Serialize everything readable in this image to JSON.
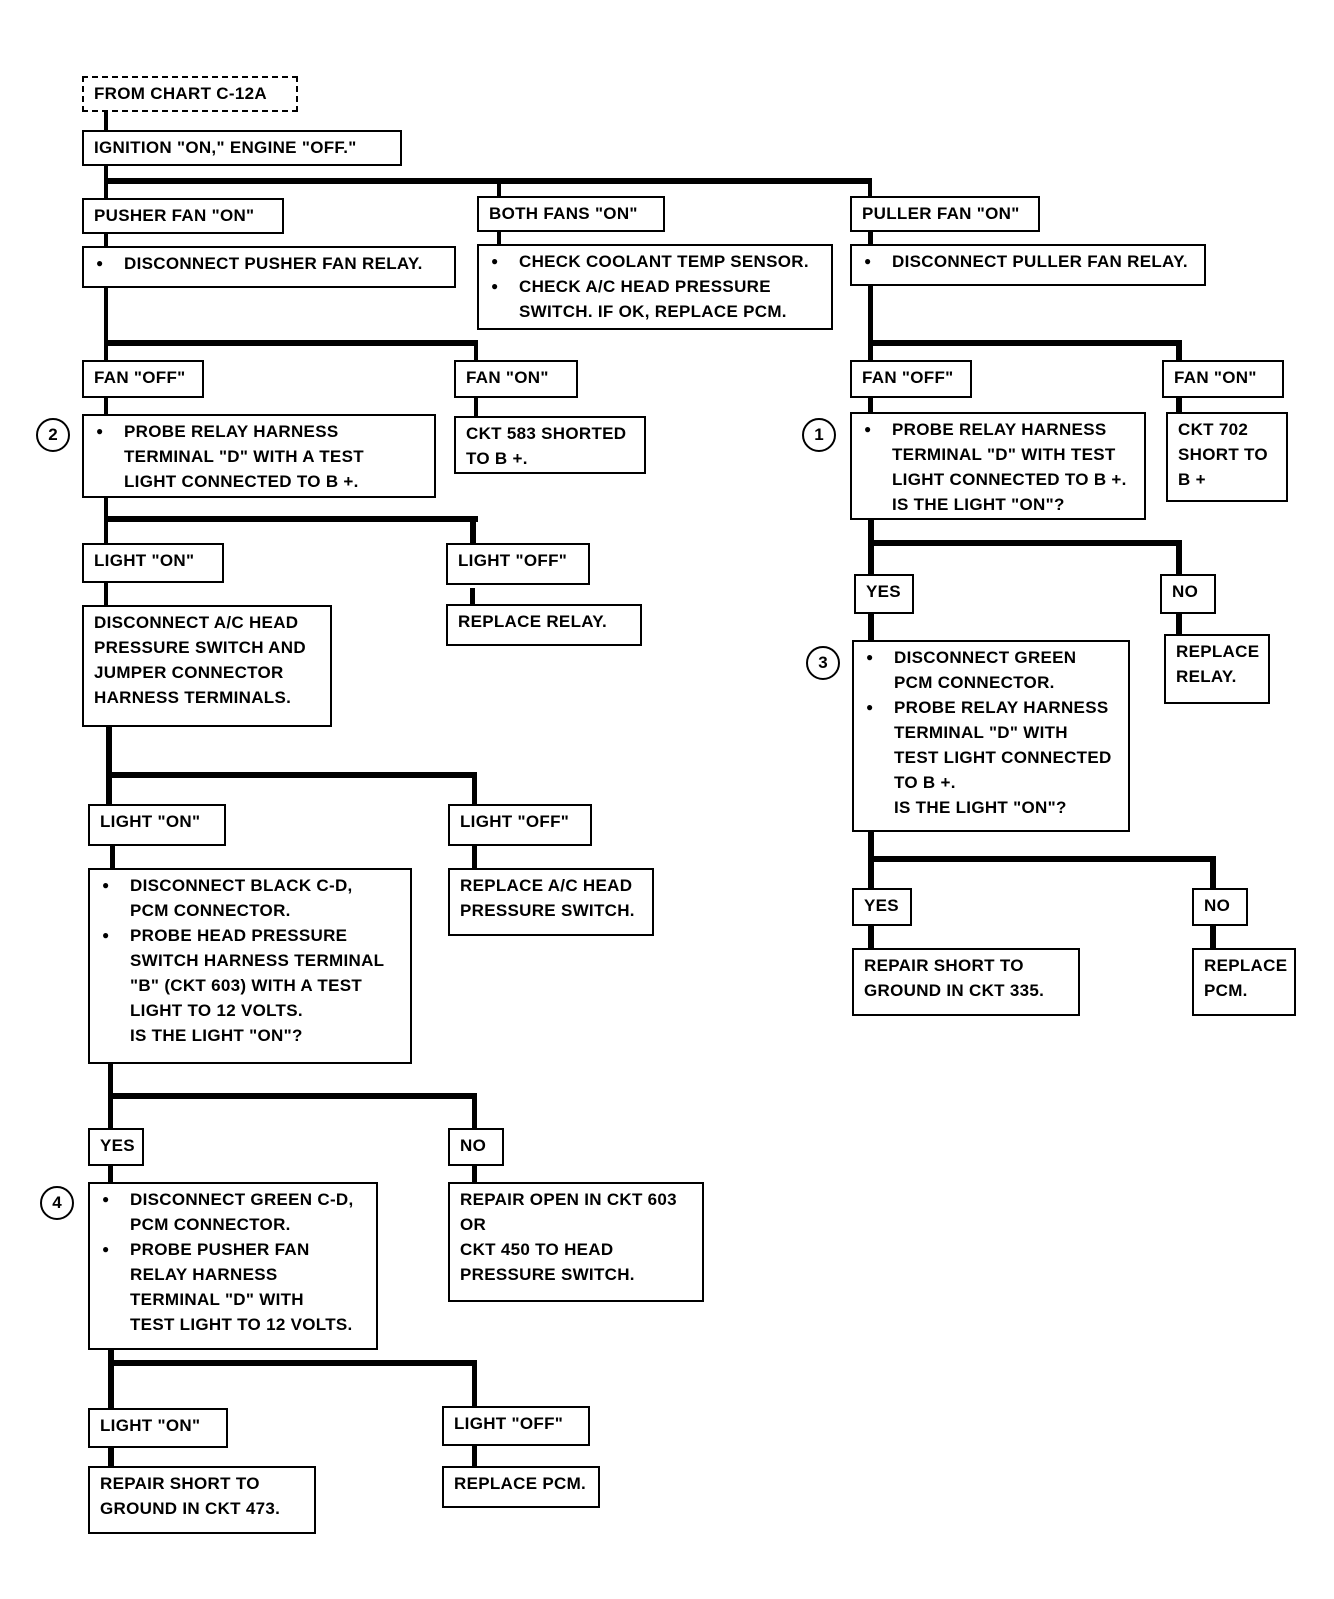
{
  "from_chart": "FROM CHART C-12A",
  "ignition": "IGNITION \"ON,\" ENGINE \"OFF.\"",
  "pusher": {
    "label": "PUSHER FAN \"ON\"",
    "action": "DISCONNECT PUSHER FAN RELAY.",
    "fan_off": "FAN \"OFF\"",
    "fan_on": "FAN \"ON\"",
    "fan_on_result": [
      "CKT 583 SHORTED",
      "TO B +."
    ],
    "step2_num": "2",
    "step2": [
      "PROBE RELAY HARNESS",
      "TERMINAL \"D\" WITH A TEST",
      "LIGHT CONNECTED TO B +."
    ],
    "light_on_1": "LIGHT \"ON\"",
    "light_off_1": "LIGHT \"OFF\"",
    "replace_relay": "REPLACE  RELAY.",
    "disconnect_ac": [
      "DISCONNECT A/C HEAD",
      "PRESSURE SWITCH AND",
      "JUMPER CONNECTOR",
      "HARNESS TERMINALS."
    ],
    "light_on_2": "LIGHT \"ON\"",
    "light_off_2": "LIGHT \"OFF\"",
    "replace_ac": [
      "REPLACE A/C HEAD",
      "PRESSURE SWITCH."
    ],
    "black_step_a": [
      "DISCONNECT BLACK C-D,",
      "PCM CONNECTOR."
    ],
    "black_step_b": [
      "PROBE HEAD PRESSURE",
      "SWITCH HARNESS TERMINAL",
      "\"B\" (CKT 603) WITH A TEST",
      "LIGHT TO 12 VOLTS."
    ],
    "black_question": "IS THE LIGHT \"ON\"?",
    "yes": "YES",
    "no": "NO",
    "repair_open": [
      "REPAIR OPEN  IN CKT 603",
      "OR",
      "CKT 450 TO HEAD",
      "PRESSURE SWITCH."
    ],
    "step4_num": "4",
    "step4_a": [
      "DISCONNECT GREEN C-D,",
      "PCM CONNECTOR."
    ],
    "step4_b": [
      "PROBE PUSHER FAN",
      "RELAY HARNESS",
      "TERMINAL \"D\" WITH",
      "TEST LIGHT TO 12 VOLTS."
    ],
    "light_on_3": "LIGHT \"ON\"",
    "light_off_3": "LIGHT \"OFF\"",
    "repair_short": [
      "REPAIR SHORT TO",
      "GROUND IN CKT 473."
    ],
    "replace_pcm": "REPLACE PCM."
  },
  "both": {
    "label": "BOTH FANS \"ON\"",
    "action_a": "CHECK COOLANT TEMP SENSOR.",
    "action_b": [
      "CHECK A/C HEAD PRESSURE",
      "SWITCH.  IF OK, REPLACE PCM."
    ]
  },
  "puller": {
    "label": "PULLER FAN \"ON\"",
    "action": "DISCONNECT PULLER FAN RELAY.",
    "fan_off": "FAN \"OFF\"",
    "fan_on": "FAN \"ON\"",
    "fan_on_result": [
      "CKT 702",
      "SHORT TO",
      "B +"
    ],
    "step1_num": "1",
    "step1": [
      "PROBE RELAY HARNESS",
      "TERMINAL \"D\" WITH TEST",
      "LIGHT CONNECTED TO B +.",
      "IS THE LIGHT \"ON\"?"
    ],
    "yes_1": "YES",
    "no_1": "NO",
    "replace_relay": [
      "REPLACE",
      "RELAY."
    ],
    "step3_num": "3",
    "step3_a": [
      "DISCONNECT GREEN",
      "PCM CONNECTOR."
    ],
    "step3_b": [
      "PROBE  RELAY HARNESS",
      "TERMINAL \"D\" WITH",
      "TEST LIGHT CONNECTED",
      "TO B +."
    ],
    "step3_question": "IS THE LIGHT \"ON\"?",
    "yes_2": "YES",
    "no_2": "NO",
    "repair_short": [
      "REPAIR SHORT TO",
      "GROUND IN CKT 335."
    ],
    "replace_pcm": [
      "REPLACE",
      "PCM."
    ]
  }
}
